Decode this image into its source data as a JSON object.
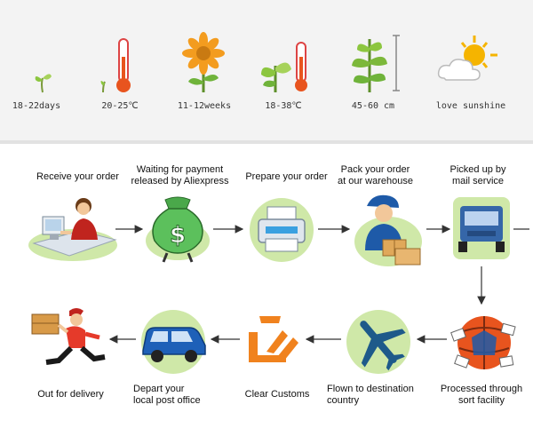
{
  "growth_conditions": [
    {
      "label": "18-22days",
      "icon": "sprout-icon"
    },
    {
      "label": "20-25℃",
      "icon": "thermometer-icon"
    },
    {
      "label": "11-12weeks",
      "icon": "sunflower-icon"
    },
    {
      "label": "18-38℃",
      "icon": "seedling-thermometer-icon"
    },
    {
      "label": "45-60 cm",
      "icon": "plant-height-icon"
    },
    {
      "label": "love sunshine",
      "icon": "sun-cloud-icon"
    }
  ],
  "shipping_steps": [
    {
      "line1": "Receive your order",
      "line2": "",
      "icon": "operator-computer-icon"
    },
    {
      "line1": "Waiting for payment",
      "line2": "released by Aliexpress",
      "icon": "money-bag-icon"
    },
    {
      "line1": "Prepare your order",
      "line2": "",
      "icon": "printer-icon"
    },
    {
      "line1": "Pack your order",
      "line2": "at our warehouse",
      "icon": "worker-boxes-icon"
    },
    {
      "line1": "Picked up by",
      "line2": "mail service",
      "icon": "truck-icon"
    },
    {
      "line1": "Processed through",
      "line2": "sort facility",
      "icon": "sorting-globe-icon"
    },
    {
      "line1": "Flown to destination",
      "line2": "country",
      "icon": "airplane-icon"
    },
    {
      "line1": "Clear Customs",
      "line2": "",
      "icon": "customs-icon"
    },
    {
      "line1": "Depart your",
      "line2": "local post office",
      "icon": "van-icon"
    },
    {
      "line1": "Out for delivery",
      "line2": "",
      "icon": "courier-icon"
    }
  ],
  "colors": {
    "accent_green": "#8cc63f",
    "light_green": "#cfe8a8",
    "arrow": "#333333",
    "thermo_red": "#e8541e",
    "sun": "#f5b400",
    "customs_orange": "#f0821e"
  }
}
